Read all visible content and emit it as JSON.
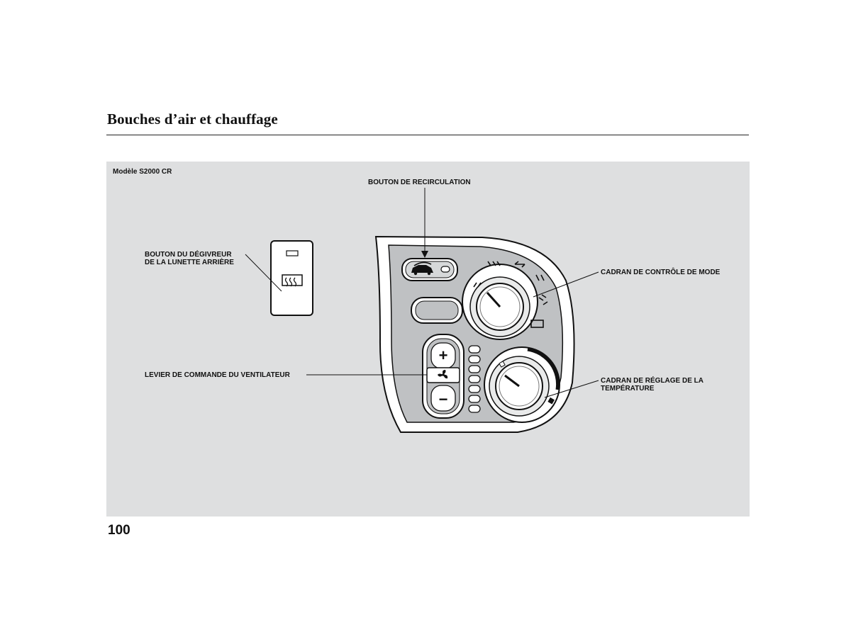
{
  "page": {
    "title": "Bouches d’air et chauffage",
    "number": "100"
  },
  "figure": {
    "model_label": "Modèle S2000 CR",
    "labels": {
      "recirculation": "BOUTON DE RECIRCULATION",
      "defogger_line1": "BOUTON DU DÉGIVREUR",
      "defogger_line2": "DE LA LUNETTE ARRIÈRE",
      "mode_dial": "CADRAN DE CONTRÔLE DE MODE",
      "fan_lever": "LEVIER DE COMMANDE DU VENTILATEUR",
      "temp_line1": "CADRAN DE RÉGLAGE DE LA",
      "temp_line2": "TEMPÉRATURE"
    },
    "fan_lever": {
      "plus_symbol": "+",
      "minus_symbol": "−"
    },
    "icons": [
      "car-recirculation-icon",
      "rear-defroster-icon",
      "fan-icon",
      "vent-mode-icons"
    ]
  }
}
